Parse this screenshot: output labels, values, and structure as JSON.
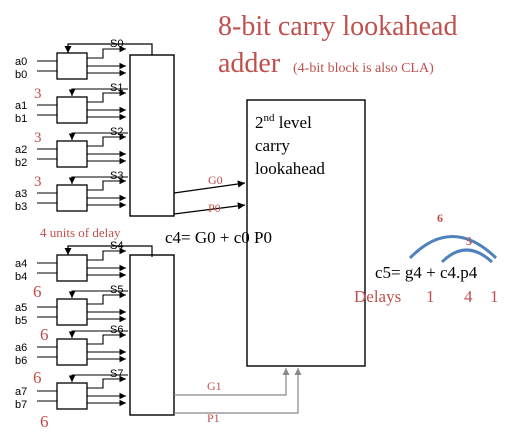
{
  "title": {
    "line1": "8-bit carry lookahead",
    "line2": "adder",
    "note": "(4-bit block is also CLA)",
    "color": "#c0504d"
  },
  "inputs": [
    {
      "a": "a0",
      "b": "b0",
      "sum": "S0"
    },
    {
      "a": "a1",
      "b": "b1",
      "sum": "S1"
    },
    {
      "a": "a2",
      "b": "b2",
      "sum": "S2"
    },
    {
      "a": "a3",
      "b": "b3",
      "sum": "S3"
    },
    {
      "a": "a4",
      "b": "b4",
      "sum": "S4"
    },
    {
      "a": "a5",
      "b": "b5",
      "sum": "S5"
    },
    {
      "a": "a6",
      "b": "b6",
      "sum": "S6"
    },
    {
      "a": "a7",
      "b": "b7",
      "sum": "S7"
    }
  ],
  "delays_upper": [
    "3",
    "3",
    "3"
  ],
  "delays_lower": [
    "6",
    "6",
    "6",
    "6"
  ],
  "upper_block_delay": "4 units of delay",
  "second_level": {
    "sup_prefix": "2",
    "sup": "nd",
    "rest": " level",
    "line2": "carry",
    "line3": "lookahead"
  },
  "signals": {
    "g0": "G0",
    "p0": "P0",
    "g1": "G1",
    "p1": "P1"
  },
  "equation_c4": "c4= G0 + c0  P0",
  "equation_c5": "c5= g4 + c4.p4",
  "arc_labels": {
    "outer": "6",
    "inner": "5"
  },
  "delays_row": {
    "label": "Delays",
    "values": [
      "1",
      "4",
      "1"
    ]
  },
  "colors": {
    "accent": "#c0504d",
    "arc": "#4f81bd",
    "line": "#000000"
  }
}
